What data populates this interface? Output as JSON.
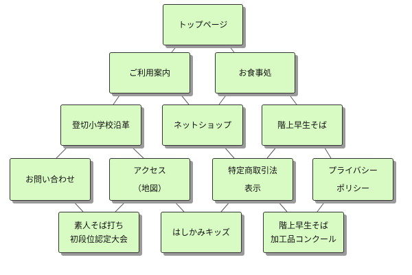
{
  "sitemap": {
    "top": [
      "トップページ"
    ],
    "level1": [
      {
        "id": "guide",
        "lines": [
          "ご利用案内"
        ]
      },
      {
        "id": "dining",
        "lines": [
          "お食事処"
        ]
      }
    ],
    "level2": [
      {
        "id": "tokiri",
        "lines": [
          "登切小学校沿革"
        ]
      },
      {
        "id": "netshop",
        "lines": [
          "ネットショップ"
        ]
      },
      {
        "id": "kaigami",
        "lines": [
          "階上早生そば"
        ]
      }
    ],
    "level3": [
      {
        "id": "contact",
        "lines": [
          "お問い合わせ"
        ]
      },
      {
        "id": "access",
        "lines": [
          "アクセス",
          "（地図）"
        ]
      },
      {
        "id": "tokusho",
        "lines": [
          "特定商取引法",
          "表示"
        ]
      },
      {
        "id": "privacy",
        "lines": [
          "プライバシー",
          "ポリシー"
        ]
      }
    ],
    "level4": [
      {
        "id": "soba-exam",
        "lines": [
          "素人そば打ち",
          "初段位認定大会"
        ]
      },
      {
        "id": "hashikami-kids",
        "lines": [
          "はしかみキッズ"
        ]
      },
      {
        "id": "soba-contest",
        "lines": [
          "階上早生そば",
          "加工品コンクール"
        ]
      }
    ]
  },
  "colors": {
    "node_fill": "#d8fbc4",
    "node_border": "#333333",
    "shadow": "#9a9a9a",
    "connector": "#555555"
  }
}
